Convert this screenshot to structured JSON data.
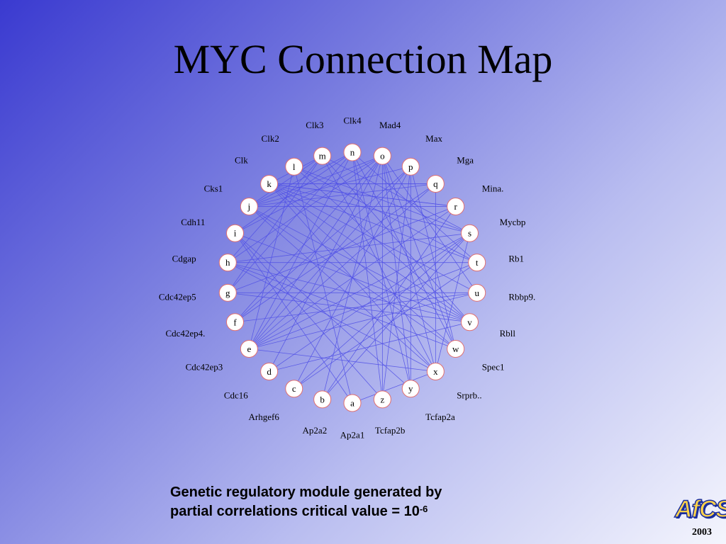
{
  "slide": {
    "title": "MYC Connection Map",
    "caption_line1": "Genetic regulatory module generated by",
    "caption_line2_prefix": "partial correlations critical value = 10",
    "caption_exponent": "-6",
    "logo_text": "AfCS",
    "year": "2003"
  },
  "network": {
    "edge_color": "#5050e6",
    "node_stroke_color": "#e07070",
    "nodes": [
      {
        "id": "a",
        "label": "Ap2a1"
      },
      {
        "id": "b",
        "label": "Ap2a2"
      },
      {
        "id": "c",
        "label": "Arhgef6"
      },
      {
        "id": "d",
        "label": "Cdc16"
      },
      {
        "id": "e",
        "label": "Cdc42ep3"
      },
      {
        "id": "f",
        "label": "Cdc42ep4."
      },
      {
        "id": "g",
        "label": "Cdc42ep5"
      },
      {
        "id": "h",
        "label": "Cdgap"
      },
      {
        "id": "i",
        "label": "Cdh11"
      },
      {
        "id": "j",
        "label": "Cks1"
      },
      {
        "id": "k",
        "label": "Clk"
      },
      {
        "id": "l",
        "label": "Clk2"
      },
      {
        "id": "m",
        "label": "Clk3"
      },
      {
        "id": "n",
        "label": "Clk4"
      },
      {
        "id": "o",
        "label": "Mad4"
      },
      {
        "id": "p",
        "label": "Max"
      },
      {
        "id": "q",
        "label": "Mga"
      },
      {
        "id": "r",
        "label": "Mina."
      },
      {
        "id": "s",
        "label": "Mycbp"
      },
      {
        "id": "t",
        "label": "Rb1"
      },
      {
        "id": "u",
        "label": "Rbbp9."
      },
      {
        "id": "v",
        "label": "Rbll"
      },
      {
        "id": "w",
        "label": "Spec1"
      },
      {
        "id": "x",
        "label": "Srprb.."
      },
      {
        "id": "y",
        "label": "Tcfap2a"
      },
      {
        "id": "z",
        "label": "Tcfap2b"
      }
    ],
    "edges": [
      [
        "k",
        "q"
      ],
      [
        "k",
        "r"
      ],
      [
        "k",
        "s"
      ],
      [
        "k",
        "t"
      ],
      [
        "k",
        "u"
      ],
      [
        "k",
        "v"
      ],
      [
        "k",
        "w"
      ],
      [
        "k",
        "x"
      ],
      [
        "l",
        "s"
      ],
      [
        "l",
        "t"
      ],
      [
        "l",
        "v"
      ],
      [
        "l",
        "e"
      ],
      [
        "l",
        "a"
      ],
      [
        "m",
        "j"
      ],
      [
        "m",
        "k"
      ],
      [
        "m",
        "h"
      ],
      [
        "m",
        "g"
      ],
      [
        "m",
        "s"
      ],
      [
        "m",
        "v"
      ],
      [
        "m",
        "x"
      ],
      [
        "n",
        "i"
      ],
      [
        "n",
        "j"
      ],
      [
        "n",
        "g"
      ],
      [
        "n",
        "e"
      ],
      [
        "n",
        "t"
      ],
      [
        "n",
        "w"
      ],
      [
        "n",
        "y"
      ],
      [
        "o",
        "j"
      ],
      [
        "o",
        "i"
      ],
      [
        "o",
        "h"
      ],
      [
        "o",
        "f"
      ],
      [
        "o",
        "e"
      ],
      [
        "o",
        "d"
      ],
      [
        "o",
        "b"
      ],
      [
        "o",
        "u"
      ],
      [
        "o",
        "w"
      ],
      [
        "p",
        "j"
      ],
      [
        "p",
        "f"
      ],
      [
        "p",
        "e"
      ],
      [
        "p",
        "c"
      ],
      [
        "p",
        "z"
      ],
      [
        "q",
        "j"
      ],
      [
        "q",
        "f"
      ],
      [
        "q",
        "e"
      ],
      [
        "q",
        "k"
      ],
      [
        "r",
        "j"
      ],
      [
        "r",
        "g"
      ],
      [
        "r",
        "e"
      ],
      [
        "r",
        "k"
      ],
      [
        "s",
        "h"
      ],
      [
        "s",
        "e"
      ],
      [
        "s",
        "x"
      ],
      [
        "h",
        "t"
      ],
      [
        "h",
        "v"
      ],
      [
        "h",
        "w"
      ],
      [
        "h",
        "x"
      ],
      [
        "i",
        "v"
      ],
      [
        "i",
        "y"
      ],
      [
        "i",
        "z"
      ],
      [
        "j",
        "v"
      ],
      [
        "j",
        "w"
      ],
      [
        "j",
        "x"
      ],
      [
        "g",
        "u"
      ],
      [
        "g",
        "v"
      ],
      [
        "f",
        "u"
      ],
      [
        "e",
        "t"
      ],
      [
        "e",
        "x"
      ],
      [
        "e",
        "u"
      ],
      [
        "d",
        "v"
      ],
      [
        "d",
        "s"
      ],
      [
        "c",
        "t"
      ],
      [
        "c",
        "s"
      ],
      [
        "b",
        "s"
      ],
      [
        "b",
        "r"
      ],
      [
        "a",
        "x"
      ],
      [
        "a",
        "i"
      ],
      [
        "y",
        "p"
      ],
      [
        "y",
        "o"
      ],
      [
        "z",
        "n"
      ],
      [
        "z",
        "o"
      ],
      [
        "x",
        "o"
      ],
      [
        "x",
        "q"
      ],
      [
        "w",
        "p"
      ]
    ]
  }
}
